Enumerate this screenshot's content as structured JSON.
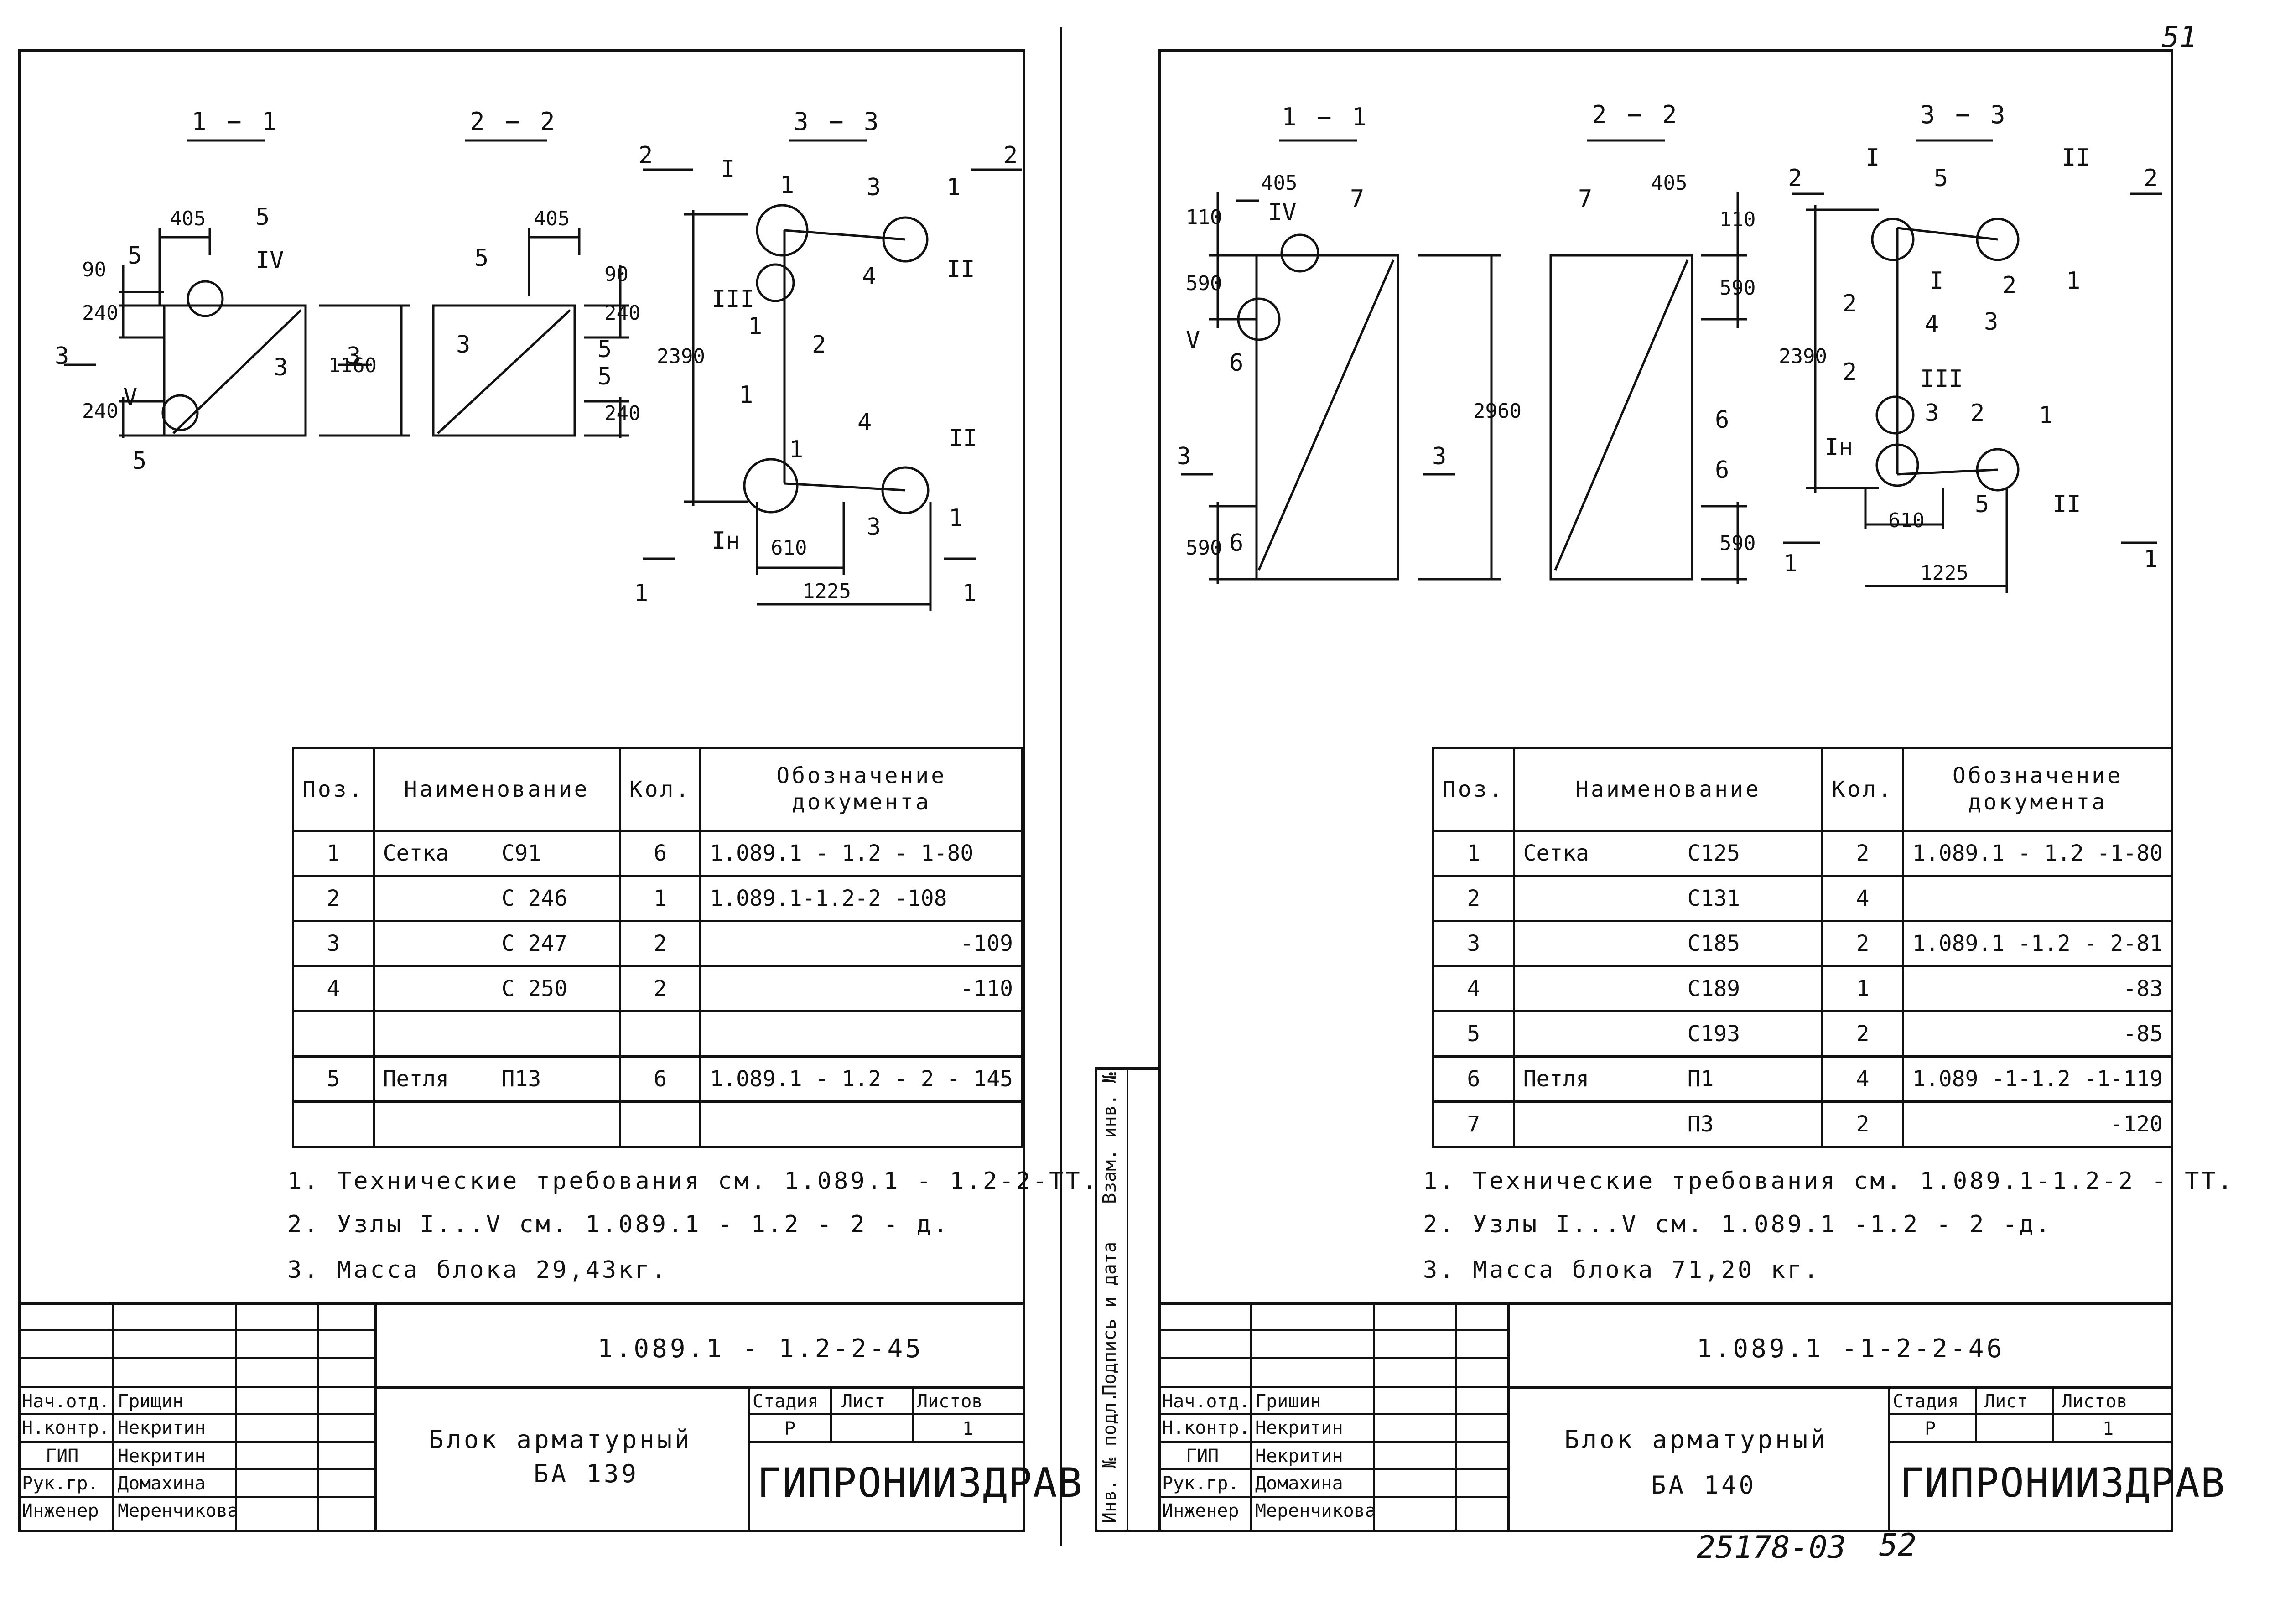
{
  "page_number_top": "51",
  "stamp": "25178-03",
  "page_number_bottom": "52",
  "sheets": [
    {
      "sections": {
        "s1": "1 − 1",
        "s2": "2 − 2",
        "s3": "3 − 3"
      },
      "dims": {
        "d405a": "405",
        "d90": "90",
        "d240a": "240",
        "d240b": "240",
        "d1160": "1160",
        "d405b": "405",
        "d90b": "90",
        "d240c": "240",
        "d240d": "240",
        "d2390": "2390",
        "d610": "610",
        "d1225": "1225"
      },
      "marks": {
        "m5a": "5",
        "m5b": "5",
        "m5c": "5",
        "m3a": "3",
        "mIV": "IV",
        "mV": "V",
        "m5d": "5",
        "m3b": "3",
        "m5e": "5",
        "m5f": "5",
        "mI": "I",
        "m1a": "1",
        "m3c": "3",
        "m1b": "1",
        "mII": "II",
        "mIII": "III",
        "m4a": "4",
        "m1c": "1",
        "m2": "2",
        "m1d": "1",
        "m1e": "1",
        "m4b": "4",
        "mIIb": "II",
        "m1f": "1",
        "mIn": "Iн",
        "m3d": "3",
        "cut3l": "3",
        "cut3r": "3",
        "cut2l": "2",
        "cut2r": "2",
        "cut1l": "1",
        "cut1r": "1"
      },
      "table": {
        "headers": {
          "pos": "Поз.",
          "name": "Наименование",
          "qty": "Кол.",
          "doc": "Обозначение документа"
        },
        "rows": [
          {
            "pos": "1",
            "name": "Сетка",
            "mark": "С91",
            "qty": "6",
            "doc": "1.089.1 - 1.2 - 1-80"
          },
          {
            "pos": "2",
            "name": "",
            "mark": "С 246",
            "qty": "1",
            "doc": "1.089.1-1.2-2 -108"
          },
          {
            "pos": "3",
            "name": "",
            "mark": "С 247",
            "qty": "2",
            "doc": "-109"
          },
          {
            "pos": "4",
            "name": "",
            "mark": "С 250",
            "qty": "2",
            "doc": "-110"
          },
          {
            "pos": "",
            "name": "",
            "mark": "",
            "qty": "",
            "doc": ""
          },
          {
            "pos": "5",
            "name": "Петля",
            "mark": "П13",
            "qty": "6",
            "doc": "1.089.1 - 1.2 - 2 - 145"
          },
          {
            "pos": "",
            "name": "",
            "mark": "",
            "qty": "",
            "doc": ""
          }
        ]
      },
      "notes": [
        "1. Технические требования см. 1.089.1 - 1.2-2-ТТ.",
        "2. Узлы I...V см. 1.089.1 - 1.2 - 2 - д.",
        "3. Масса блока 29,43кг."
      ],
      "title_block": {
        "code": "1.089.1 - 1.2-2-45",
        "roles": [
          "Нач.отд.",
          "Н.контр.",
          "ГИП",
          "Рук.гр.",
          "Инженер"
        ],
        "names": [
          "Грищин",
          "Некритин",
          "Некритин",
          "Домахина",
          "Меренчикова"
        ],
        "title_line1": "Блок арматурный",
        "title_line2": "БА 139",
        "stage_label": "Стадия",
        "sheet_label": "Лист",
        "sheets_label": "Листов",
        "stage": "Р",
        "sheet": "",
        "sheets_total": "1",
        "org": "ГИПРОНИИЗДРАВ"
      }
    },
    {
      "sections": {
        "s1": "1 − 1",
        "s2": "2 − 2",
        "s3": "3 − 3"
      },
      "dims": {
        "d405a": "405",
        "d110": "110",
        "d590a": "590",
        "d590b": "590",
        "d2960": "2960",
        "d405b": "405",
        "d110b": "110",
        "d590c": "590",
        "d590d": "590",
        "d2390": "2390",
        "d610": "610",
        "d1225": "1225"
      },
      "marks": {
        "mIV": "IV",
        "m7a": "7",
        "mV": "V",
        "m6a": "6",
        "m6b": "6",
        "m7b": "7",
        "m6c": "6",
        "m6d": "6",
        "mI": "I",
        "m5a": "5",
        "mII": "II",
        "m2a": "2",
        "mIb": "I",
        "m2b": "2",
        "m1a": "1",
        "m3a": "3",
        "m4": "4",
        "mIII": "III",
        "m2c": "2",
        "m3b": "3",
        "m2d": "2",
        "m1b": "1",
        "mIn": "Iн",
        "m5b": "5",
        "mIIb": "II",
        "cut3l": "3",
        "cut3r": "3",
        "cut2l": "2",
        "cut2r": "2",
        "cut1l": "1",
        "cut1r": "1"
      },
      "table": {
        "headers": {
          "pos": "Поз.",
          "name": "Наименование",
          "qty": "Кол.",
          "doc": "Обозначение документа"
        },
        "rows": [
          {
            "pos": "1",
            "name": "Сетка",
            "mark": "С125",
            "qty": "2",
            "doc": "1.089.1 - 1.2 -1-80"
          },
          {
            "pos": "2",
            "name": "",
            "mark": "С131",
            "qty": "4",
            "doc": ""
          },
          {
            "pos": "3",
            "name": "",
            "mark": "С185",
            "qty": "2",
            "doc": "1.089.1 -1.2 - 2-81"
          },
          {
            "pos": "4",
            "name": "",
            "mark": "С189",
            "qty": "1",
            "doc": "-83"
          },
          {
            "pos": "5",
            "name": "",
            "mark": "С193",
            "qty": "2",
            "doc": "-85"
          },
          {
            "pos": "6",
            "name": "Петля",
            "mark": "П1",
            "qty": "4",
            "doc": "1.089 -1-1.2 -1-119"
          },
          {
            "pos": "7",
            "name": "",
            "mark": "П3",
            "qty": "2",
            "doc": "-120"
          }
        ]
      },
      "notes": [
        "1. Технические требования см. 1.089.1-1.2-2 - ТТ.",
        "2. Узлы I...V см. 1.089.1 -1.2 - 2 -д.",
        "3. Масса блока 71,20 кг."
      ],
      "side_labels": [
        "Инв. № подл.",
        "Подпись и дата",
        "Взам. инв. №"
      ],
      "title_block": {
        "code": "1.089.1 -1-2-2-46",
        "roles": [
          "Нач.отд.",
          "Н.контр.",
          "ГИП",
          "Рук.гр.",
          "Инженер"
        ],
        "names": [
          "Гришин",
          "Некритин",
          "Некритин",
          "Домахина",
          "Меренчикова"
        ],
        "title_line1": "Блок арматурный",
        "title_line2": "БА 140",
        "stage_label": "Стадия",
        "sheet_label": "Лист",
        "sheets_label": "Листов",
        "stage": "Р",
        "sheet": "",
        "sheets_total": "1",
        "org": "ГИПРОНИИЗДРАВ"
      }
    }
  ]
}
